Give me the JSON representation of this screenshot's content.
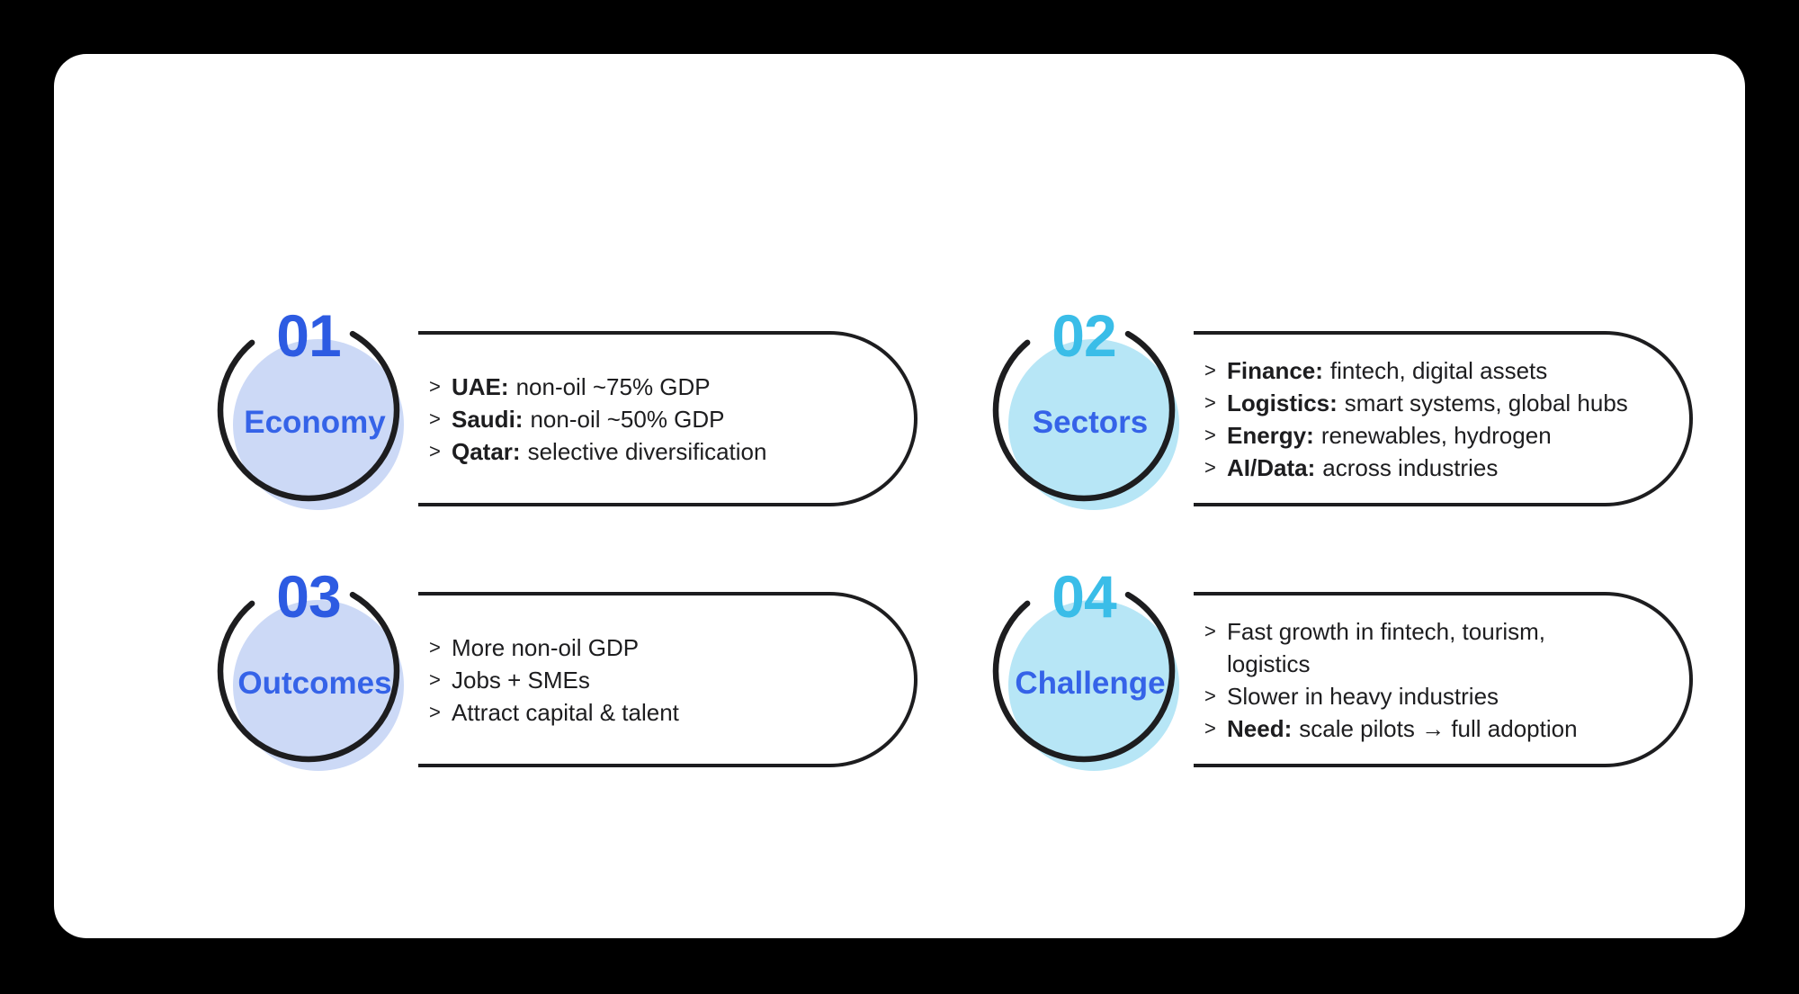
{
  "slide": {
    "background_color": "#000000",
    "panel_background_color": "#ffffff",
    "outline_color": "#1d1d1f",
    "blue_accent": "#2d5be2",
    "cyan_accent": "#3abde8",
    "label_color": "#3563e8",
    "blue_circle_fill": "#ccd9f6",
    "cyan_circle_fill": "#b7e6f6",
    "chevron_glyph": ">",
    "cards": [
      {
        "number": "01",
        "label": "Economy",
        "theme": "blue",
        "items": [
          {
            "term": "UAE:",
            "text": "non-oil ~75% GDP"
          },
          {
            "term": "Saudi:",
            "text": "non-oil ~50% GDP"
          },
          {
            "term": "Qatar:",
            "text": "selective diversification"
          }
        ]
      },
      {
        "number": "02",
        "label": "Sectors",
        "theme": "cyan",
        "items": [
          {
            "term": "Finance:",
            "text": "fintech, digital assets"
          },
          {
            "term": "Logistics:",
            "text": "smart systems, global hubs"
          },
          {
            "term": "Energy:",
            "text": "renewables, hydrogen"
          },
          {
            "term": "AI/Data:",
            "text": "across industries"
          }
        ]
      },
      {
        "number": "03",
        "label": "Outcomes",
        "theme": "blue",
        "items": [
          {
            "term": "",
            "text": "More non-oil GDP"
          },
          {
            "term": "",
            "text": "Jobs + SMEs"
          },
          {
            "term": "",
            "text": "Attract capital & talent"
          }
        ]
      },
      {
        "number": "04",
        "label": "Challenge",
        "theme": "cyan",
        "items": [
          {
            "term": "",
            "text": "Fast growth in fintech, tourism, logistics"
          },
          {
            "term": "",
            "text": "Slower in heavy industries"
          },
          {
            "term": "Need:",
            "text": "scale pilots → full adoption"
          }
        ]
      }
    ]
  }
}
